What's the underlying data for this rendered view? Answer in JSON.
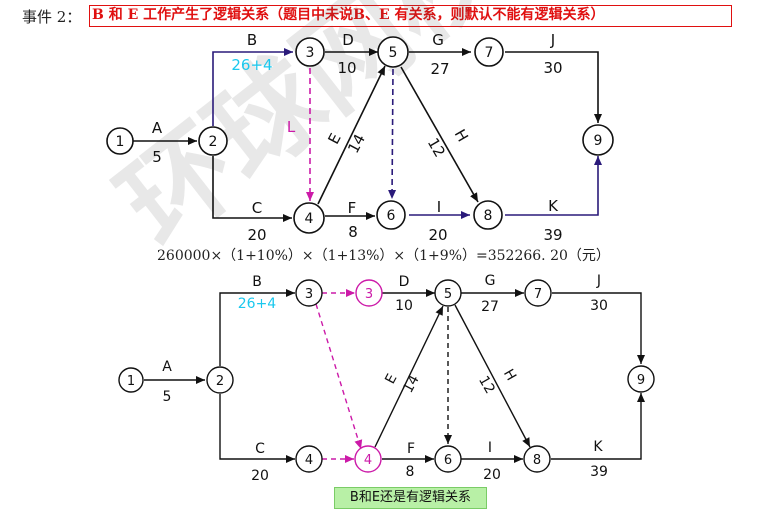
{
  "header": {
    "event_label": "事件 2：",
    "event_text": "B 和 E 工作产生了逻辑关系（题目中未说B、E 有关系，则默认不能有逻辑关系）"
  },
  "watermark": {
    "text": "环球网校"
  },
  "formula": {
    "text": "260000×（1+10%）×（1+13%）×（1+9%）=352266. 20（元）"
  },
  "bottom_badge": {
    "text": "B和E还是有逻辑关系"
  },
  "colors": {
    "main_line": "#111111",
    "highlight_line": "#2a1a7a",
    "magenta": "#cc1aa8",
    "cyan": "#1ac8ee",
    "badge_bg": "#b8f0a6",
    "warning_red": "#e01010"
  },
  "diagram_top": {
    "nodes": [
      "1",
      "2",
      "3",
      "4",
      "5",
      "6",
      "7",
      "8",
      "9"
    ],
    "activities": [
      {
        "name": "A",
        "duration": "5"
      },
      {
        "name": "B",
        "duration": "26+4"
      },
      {
        "name": "C",
        "duration": "20"
      },
      {
        "name": "D",
        "duration": "10"
      },
      {
        "name": "E",
        "duration": "14"
      },
      {
        "name": "F",
        "duration": "8"
      },
      {
        "name": "G",
        "duration": "27"
      },
      {
        "name": "H",
        "duration": "12"
      },
      {
        "name": "I",
        "duration": "20"
      },
      {
        "name": "J",
        "duration": "30"
      },
      {
        "name": "K",
        "duration": "39"
      },
      {
        "name": "L",
        "duration": ""
      }
    ]
  },
  "diagram_bottom": {
    "nodes": [
      "1",
      "2",
      "3",
      "3",
      "4",
      "4",
      "5",
      "6",
      "7",
      "8",
      "9"
    ],
    "activities": [
      {
        "name": "A",
        "duration": "5"
      },
      {
        "name": "B",
        "duration": "26+4"
      },
      {
        "name": "C",
        "duration": "20"
      },
      {
        "name": "D",
        "duration": "10"
      },
      {
        "name": "E",
        "duration": "14"
      },
      {
        "name": "F",
        "duration": "8"
      },
      {
        "name": "G",
        "duration": "27"
      },
      {
        "name": "H",
        "duration": "12"
      },
      {
        "name": "I",
        "duration": "20"
      },
      {
        "name": "J",
        "duration": "30"
      },
      {
        "name": "K",
        "duration": "39"
      }
    ]
  }
}
